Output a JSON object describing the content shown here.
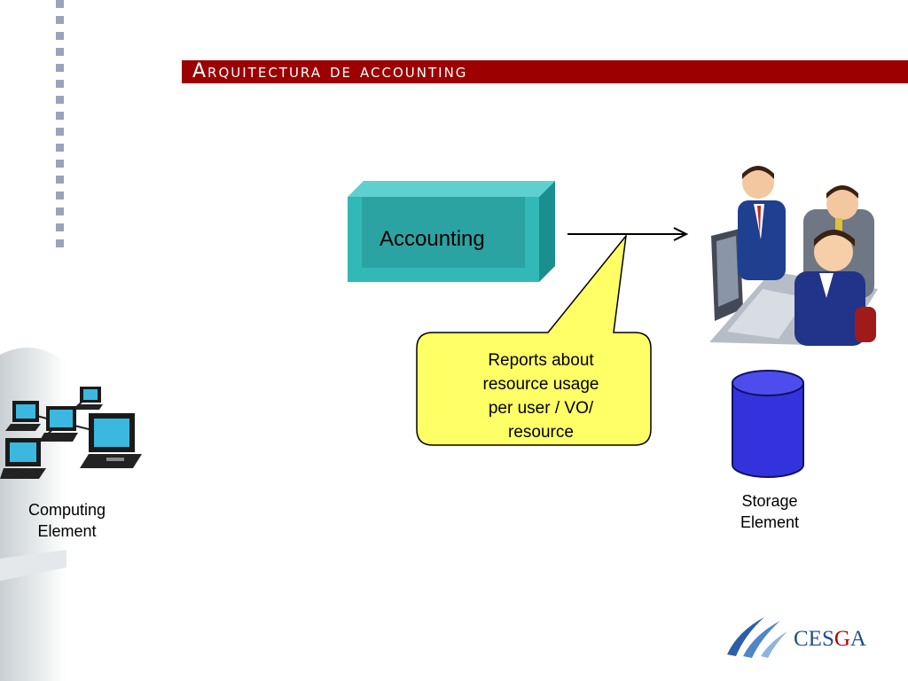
{
  "slide": {
    "title": "Arquitectura de accounting",
    "accounting_label": "Accounting",
    "callout_lines": [
      "Reports about",
      "resource usage",
      "per user / VO/",
      "resource"
    ],
    "storage_lines": [
      "Storage",
      "Element"
    ],
    "computing_lines": [
      "Computing",
      "Element"
    ],
    "logo": {
      "part1": "CES",
      "part2": "G",
      "part3": "A"
    }
  },
  "colors": {
    "title_bar": "#9c0000",
    "accounting_box": "#33a9a9",
    "callout_fill": "#ffff66",
    "storage_fill": "#3333dd",
    "logo_blue": "#1f4e8c",
    "logo_red": "#b00000"
  },
  "icons": {
    "people": "people-at-computer-icon",
    "storage": "database-cylinder-icon",
    "network": "computer-network-icon",
    "logo": "cesga-logo-icon"
  }
}
